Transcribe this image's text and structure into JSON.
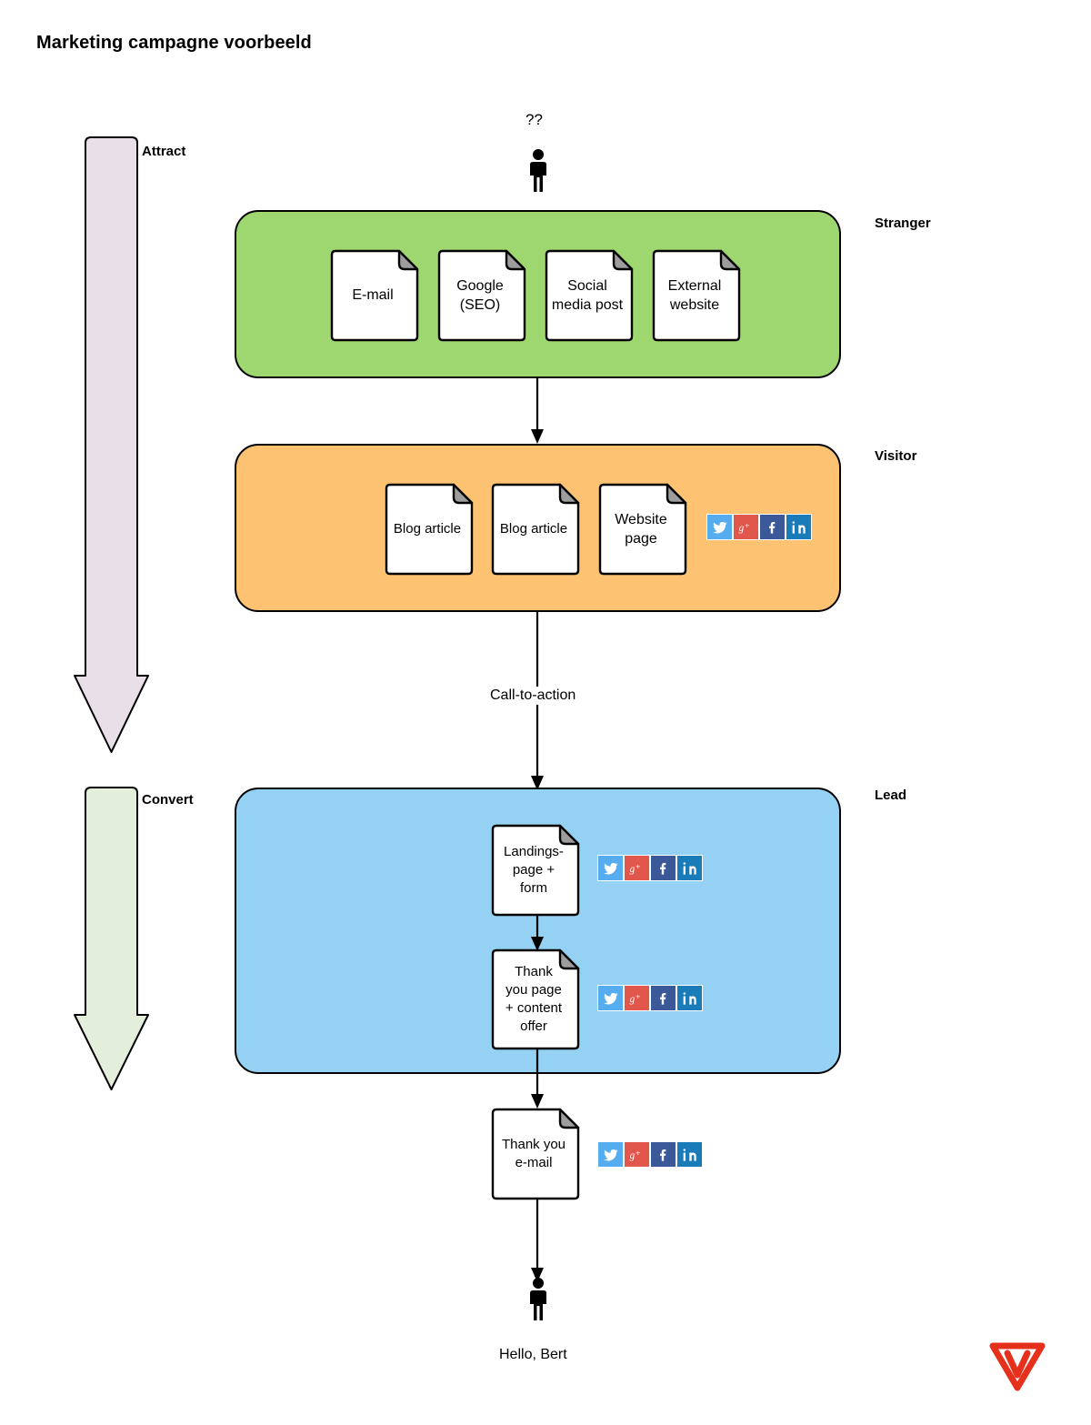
{
  "title": "Marketing campagne voorbeeld",
  "phases": [
    {
      "label": "Attract",
      "color": "#e9dfe9"
    },
    {
      "label": "Convert",
      "color": "#e3efda"
    }
  ],
  "stages": [
    {
      "key": "stranger",
      "label": "Stranger",
      "color": "#9ed76f"
    },
    {
      "key": "visitor",
      "label": "Visitor",
      "color": "#fdc372"
    },
    {
      "key": "lead",
      "label": "Lead",
      "color": "#95d1f2"
    }
  ],
  "stranger_docs": [
    {
      "label": "E-mail"
    },
    {
      "label": "Google\n(SEO)"
    },
    {
      "label": "Social\nmedia post"
    },
    {
      "label": "External\nwebsite"
    }
  ],
  "visitor_docs": [
    {
      "label": "Blog article"
    },
    {
      "label": "Blog article"
    },
    {
      "label": "Website\npage"
    }
  ],
  "lead_docs": [
    {
      "label": "Landings-\npage +\nform"
    },
    {
      "label": "Thank\nyou page\n+ content\noffer"
    }
  ],
  "final_doc": {
    "label": "Thank you\ne-mail"
  },
  "edges": [
    {
      "label": "Call-to-action"
    }
  ],
  "annotations": {
    "top_person_question": "??",
    "bottom_caption": "Hello, Bert"
  },
  "social_icons": [
    {
      "name": "twitter",
      "glyph": "twitter-icon",
      "color": "#55acee"
    },
    {
      "name": "google-plus",
      "glyph": "google-plus-icon",
      "color": "#e2574c"
    },
    {
      "name": "facebook",
      "glyph": "facebook-icon",
      "color": "#3b5998"
    },
    {
      "name": "linkedin",
      "glyph": "linkedin-icon",
      "color": "#1a7bb9"
    }
  ],
  "brand": {
    "name": "w-logo",
    "color": "#e5301c"
  }
}
